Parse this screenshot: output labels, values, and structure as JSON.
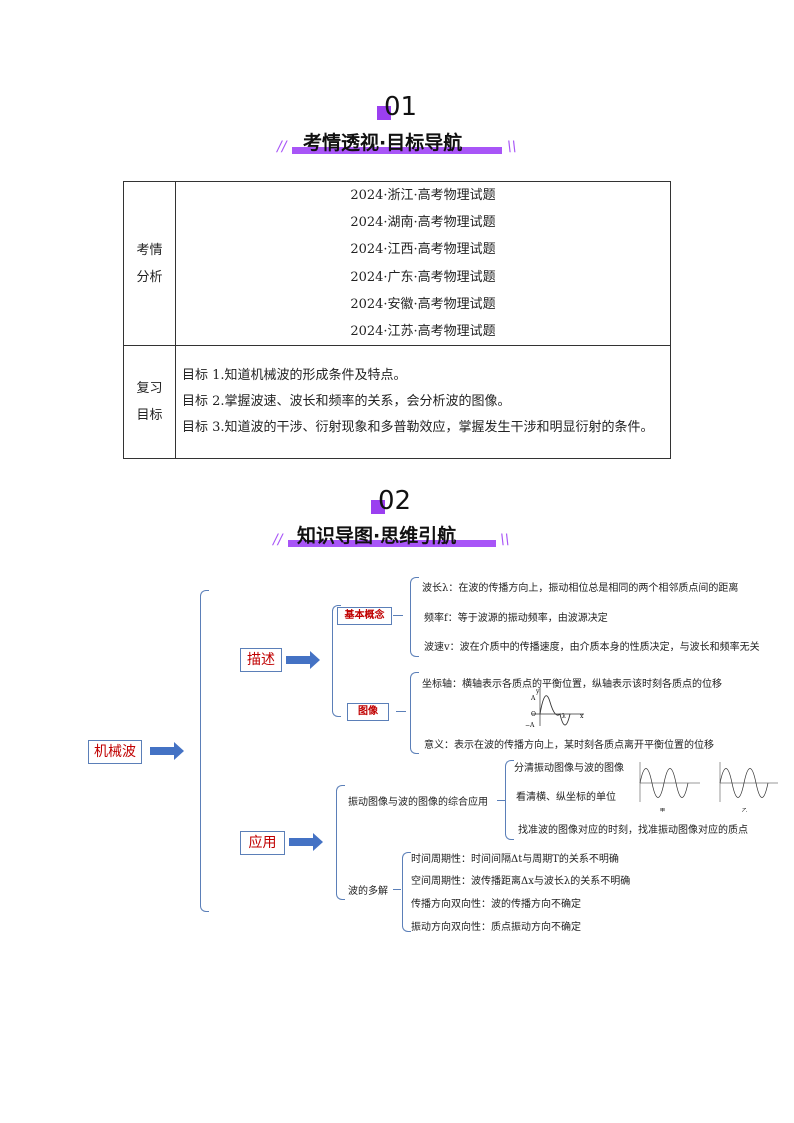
{
  "section1": {
    "number": "01",
    "title": "考情透视·目标导航"
  },
  "table": {
    "row1_label": [
      "考情",
      "分析"
    ],
    "sources": [
      "2024·浙江·高考物理试题",
      "2024·湖南·高考物理试题",
      "2024·江西·高考物理试题",
      "2024·广东·高考物理试题",
      "2024·安徽·高考物理试题",
      "2024·江苏·高考物理试题"
    ],
    "row2_label": [
      "复习",
      "目标"
    ],
    "goals": [
      "目标 1.知道机械波的形成条件及特点。",
      "目标 2.掌握波速、波长和频率的关系，会分析波的图像。",
      "目标 3.知道波的干涉、衍射现象和多普勒效应，掌握发生干涉和明显衍射的条件。"
    ]
  },
  "section2": {
    "number": "02",
    "title": "知识导图·思维引航"
  },
  "mindmap": {
    "root": "机械波",
    "describe": "描述",
    "basic": "基本概念",
    "basic_items": [
      "波长λ：在波的传播方向上，振动相位总是相同的两个相邻质点间的距离",
      "频率f：等于波源的振动频率，由波源决定",
      "波速v：波在介质中的传播速度，由介质本身的性质决定，与波长和频率无关"
    ],
    "image": "图像",
    "image_items": [
      "坐标轴：横轴表示各质点的平衡位置，纵轴表示该时刻各质点的位移",
      "意义：表示在波的传播方向上，某时刻各质点离开平衡位置的位移"
    ],
    "graph_labels": {
      "y": "y",
      "A": "A",
      "O": "O",
      "negA": "−A",
      "lambda": "λ",
      "x": "x"
    },
    "apply": "应用",
    "combo": "振动图像与波的图像的综合应用",
    "combo_items": [
      "分清振动图像与波的图像",
      "看清横、纵坐标的单位",
      "找准波的图像对应的时刻，找准振动图像对应的质点"
    ],
    "fig_labels": [
      "甲",
      "乙"
    ],
    "multi": "波的多解",
    "multi_items": [
      "时间周期性：时间间隔Δt与周期T的关系不明确",
      "空间周期性：波传播距离Δx与波长λ的关系不明确",
      "传播方向双向性：波的传播方向不确定",
      "振动方向双向性：质点振动方向不确定"
    ]
  }
}
